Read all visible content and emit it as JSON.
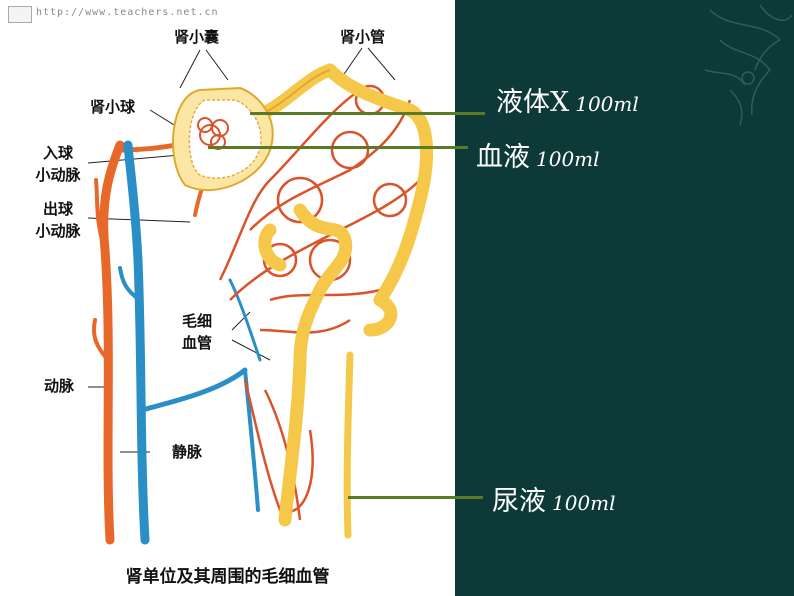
{
  "figure": {
    "watermark": "http://www.teachers.net.cn",
    "caption": "肾单位及其周围的毛细血管",
    "labels": {
      "glomerular_capsule": "肾小囊",
      "renal_tubule": "肾小管",
      "glomerulus": "肾小球",
      "afferent_arteriole_1": "入球",
      "afferent_arteriole_2": "小动脉",
      "efferent_arteriole_1": "出球",
      "efferent_arteriole_2": "小动脉",
      "capillary_1": "毛细",
      "capillary_2": "血管",
      "artery": "动脉",
      "vein": "静脉"
    }
  },
  "annotations": [
    {
      "name": "液体X",
      "volume": "100ml"
    },
    {
      "name": "血液",
      "volume": "100ml"
    },
    {
      "name": "尿液",
      "volume": "100ml"
    }
  ],
  "colors": {
    "background": "#0d3a38",
    "artery": "#e8672a",
    "vein": "#2a8fc6",
    "tubule": "#f5c84a",
    "pointer": "#5a7a2a"
  }
}
